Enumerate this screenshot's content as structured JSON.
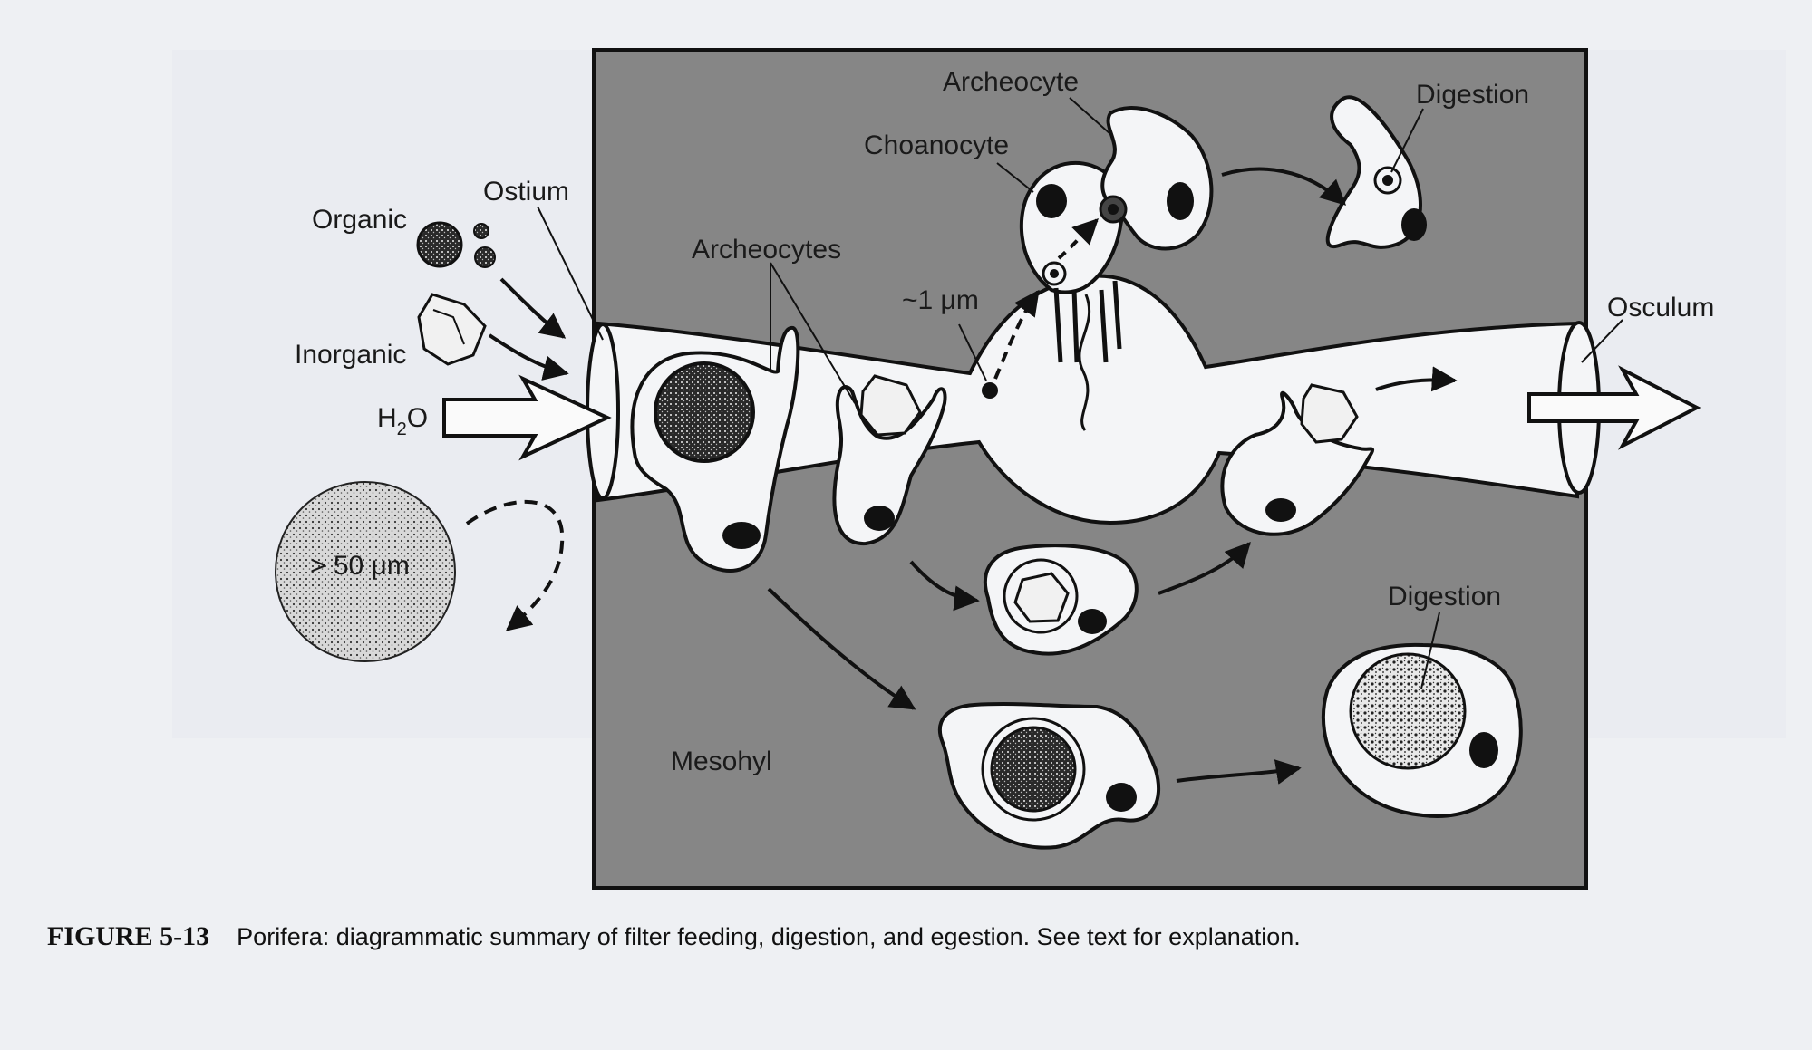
{
  "labels": {
    "organic": "Organic",
    "inorganic": "Inorganic",
    "ostium": "Ostium",
    "h2o_main": "H",
    "h2o_sub": "2",
    "h2o_end": "O",
    "size_large": "> 50 μm",
    "archeocytes": "Archeocytes",
    "archeocyte": "Archeocyte",
    "choanocyte": "Choanocyte",
    "size_small": "~1 μm",
    "digestion_top": "Digestion",
    "digestion_bottom": "Digestion",
    "osculum": "Osculum",
    "mesohyl": "Mesohyl"
  },
  "caption": {
    "figure_number": "FIGURE 5-13",
    "text": "Porifera: diagrammatic summary of filter feeding, digestion, and egestion. See text for explanation."
  },
  "colors": {
    "mesohyl_fill": "#868686",
    "cell_fill": "#f4f5f7",
    "outline": "#111111"
  }
}
